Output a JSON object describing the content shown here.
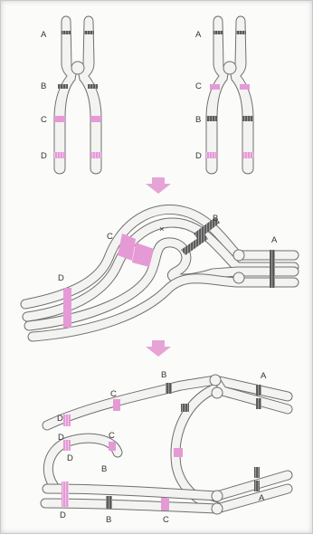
{
  "colors": {
    "chromatid_fill": "#f3f3f1",
    "chromatid_stroke": "#6f6f6f",
    "band_black": "#444444",
    "band_pink": "#e59ad6",
    "arrow": "#e6a3d6",
    "background": "#fbfbf9"
  },
  "panel1": {
    "left": {
      "a": "A",
      "b": "B",
      "c": "C",
      "d": "D"
    },
    "right": {
      "a": "A",
      "c": "C",
      "b": "B",
      "d": "D"
    }
  },
  "panel2": {
    "c": "C",
    "x": "×",
    "b": "B",
    "a": "A",
    "d": "D"
  },
  "panel3": {
    "b_top": "B",
    "a_top": "A",
    "c_top": "C",
    "d_top": "D",
    "d_loop": "D",
    "d_loop2": "D",
    "b_loop": "B",
    "c_loop": "C",
    "d_bottom": "D",
    "b_bottom": "B",
    "c_bottom": "C",
    "a_bottom": "A"
  }
}
